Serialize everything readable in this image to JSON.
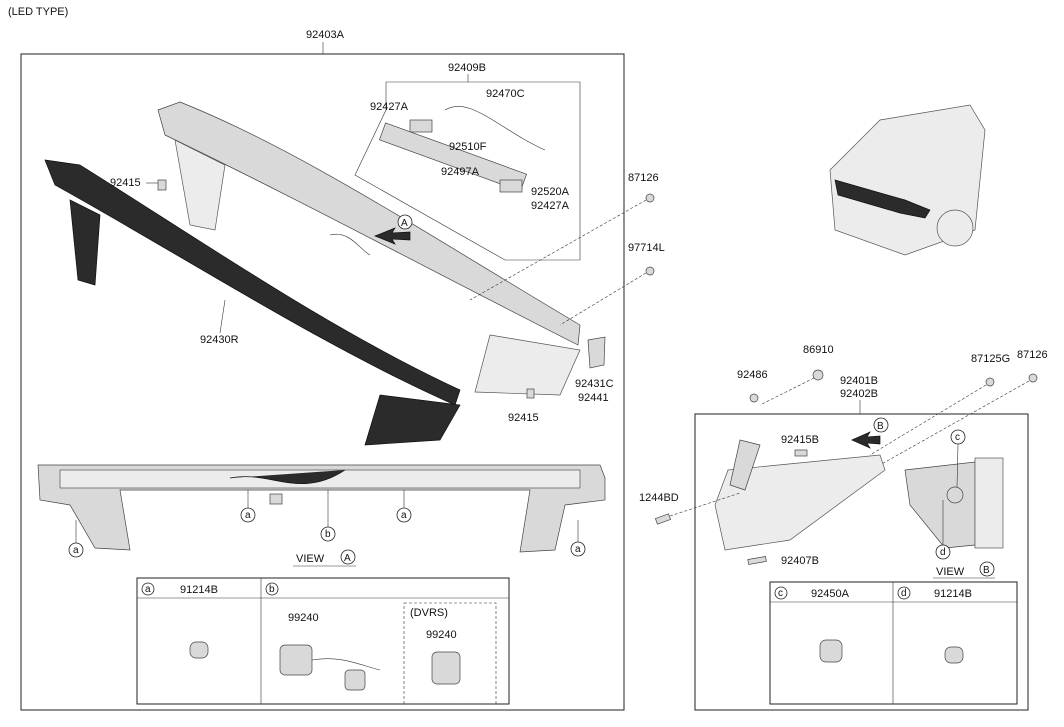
{
  "header": {
    "led_type": "(LED TYPE)"
  },
  "labels": {
    "p92403A": "92403A",
    "p92409B": "92409B",
    "p92427A_1": "92427A",
    "p92470C": "92470C",
    "p92510F": "92510F",
    "p92497A": "92497A",
    "p92520A": "92520A",
    "p92427A_2": "92427A",
    "p92415_1": "92415",
    "p92415_2": "92415",
    "p92430R": "92430R",
    "p87126_1": "87126",
    "p97714L": "97714L",
    "p92431C": "92431C",
    "p92441": "92441",
    "p86910": "86910",
    "p92486": "92486",
    "p92401B": "92401B",
    "p92402B": "92402B",
    "p87125G": "87125G",
    "p87126_2": "87126",
    "p92415B": "92415B",
    "p1244BD": "1244BD",
    "p92407B": "92407B"
  },
  "views": {
    "view_a_text": "VIEW",
    "view_a_letter": "A",
    "view_b_text": "VIEW",
    "view_b_letter": "B",
    "arrow_a": "A",
    "arrow_b": "B",
    "callout_a": "a",
    "callout_b": "b",
    "callout_c": "c",
    "callout_d": "d"
  },
  "table_left": {
    "cell_a_letter": "a",
    "cell_a_part": "91214B",
    "cell_b_letter": "b",
    "cell_b_part1": "99240",
    "cell_b_group": "(DVRS)",
    "cell_b_part2": "99240"
  },
  "table_right": {
    "cell_c_letter": "c",
    "cell_c_part": "92450A",
    "cell_d_letter": "d",
    "cell_d_part": "91214B"
  }
}
